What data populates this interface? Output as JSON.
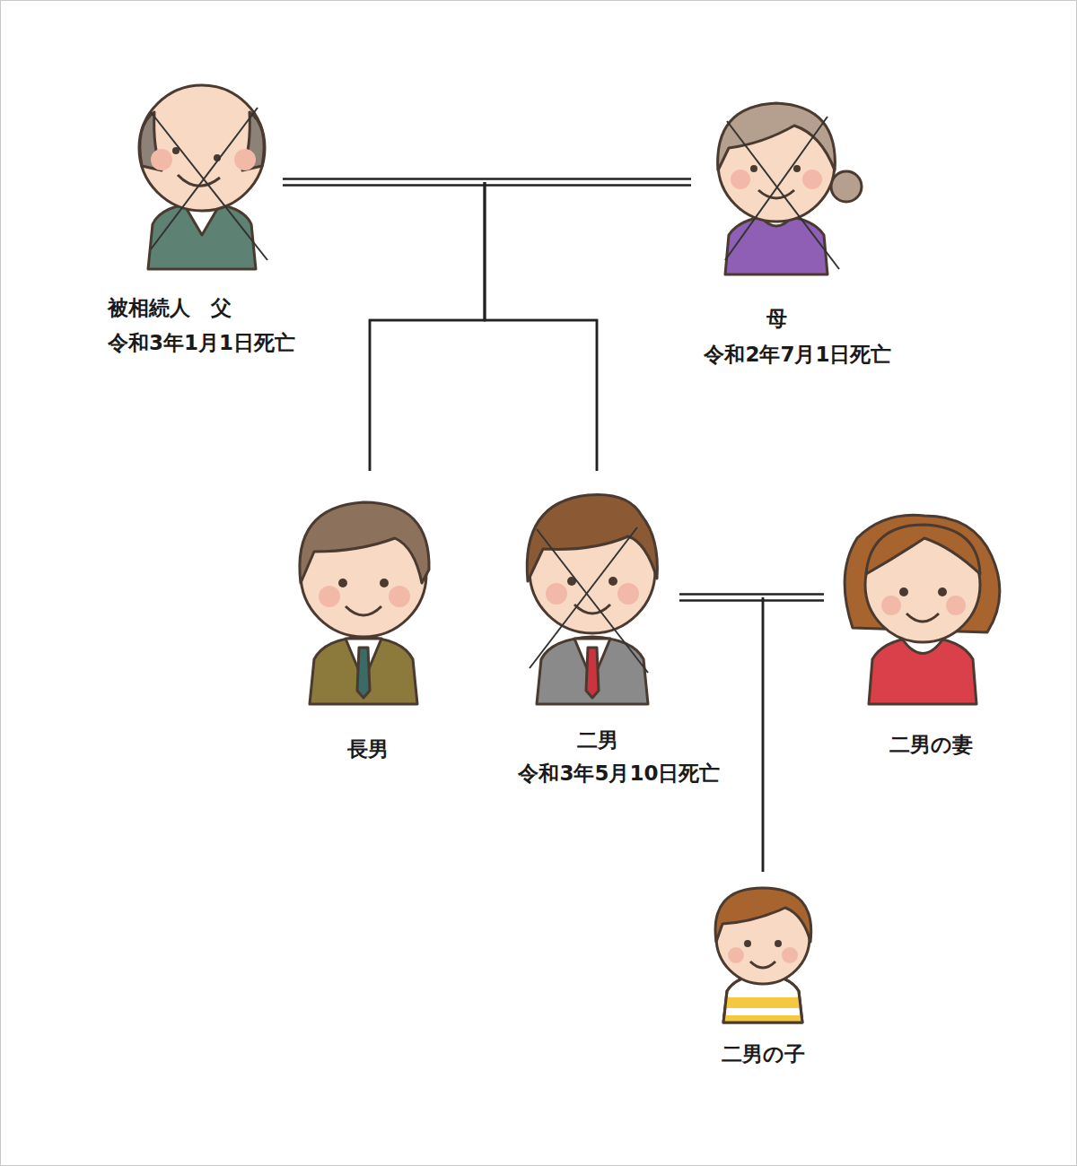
{
  "diagram": {
    "nodes": [
      {
        "text": [
          "被相続人　父",
          "令和3年1月1日死亡"
        ]
      },
      {
        "text": [
          "母",
          "令和2年7月1日死亡"
        ]
      },
      {
        "text": [
          "長男"
        ]
      },
      {
        "text": [
          "二男",
          "令和3年5月10日死亡"
        ]
      },
      {
        "text": [
          "二男の妻"
        ]
      },
      {
        "text": [
          "二男の子"
        ]
      }
    ],
    "edges": [
      {
        "from": 0,
        "to": 1,
        "arrow": "none"
      },
      {
        "from": 0,
        "to": 2,
        "arrow": "none"
      },
      {
        "from": 1,
        "to": 2,
        "arrow": "none"
      },
      {
        "from": 0,
        "to": 3,
        "arrow": "none"
      },
      {
        "from": 1,
        "to": 3,
        "arrow": "none"
      },
      {
        "from": 3,
        "to": 4,
        "arrow": "none"
      },
      {
        "from": 3,
        "to": 5,
        "arrow": "none"
      },
      {
        "from": 4,
        "to": 5,
        "arrow": "none"
      }
    ]
  }
}
